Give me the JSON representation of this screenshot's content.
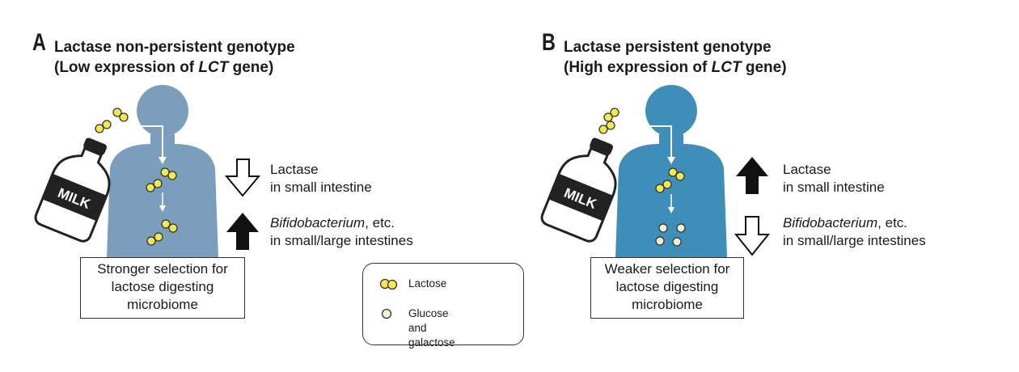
{
  "colors": {
    "body_a": "#7b9ebd",
    "body_b": "#3f8db9",
    "lactose": "#f3e94e",
    "glucose": "#f7f1cf",
    "outline": "#333333",
    "arrow_fill": "#111111"
  },
  "panel_a": {
    "letter": "A",
    "title_line1": "Lactase non-persistent genotype",
    "title_line2_pre": "(Low expression of ",
    "title_line2_it": "LCT",
    "title_line2_post": " gene)",
    "bottle_label": "MILK",
    "effect1_line1": "Lactase",
    "effect1_line2": "in small intestine",
    "effect1_arrow": "down-outline",
    "effect2_line1_it": "Bifidobacterium",
    "effect2_line1_post": ", etc.",
    "effect2_line2": "in small/large intestines",
    "effect2_arrow": "up-filled",
    "box_line1": "Stronger selection for",
    "box_line2": "lactose digesting",
    "box_line3": "microbiome"
  },
  "panel_b": {
    "letter": "B",
    "title_line1": "Lactase persistent genotype",
    "title_line2_pre": "(High expression of ",
    "title_line2_it": "LCT",
    "title_line2_post": " gene)",
    "bottle_label": "MILK",
    "effect1_line1": "Lactase",
    "effect1_line2": "in small intestine",
    "effect1_arrow": "up-filled",
    "effect2_line1_it": "Bifidobacterium",
    "effect2_line1_post": ", etc.",
    "effect2_line2": "in small/large intestines",
    "effect2_arrow": "down-outline",
    "box_line1": "Weaker selection for",
    "box_line2": "lactose digesting",
    "box_line3": "microbiome"
  },
  "legend": {
    "lactose_label": "Lactose",
    "glucose_line1": "Glucose and",
    "glucose_line2": "galactose"
  }
}
